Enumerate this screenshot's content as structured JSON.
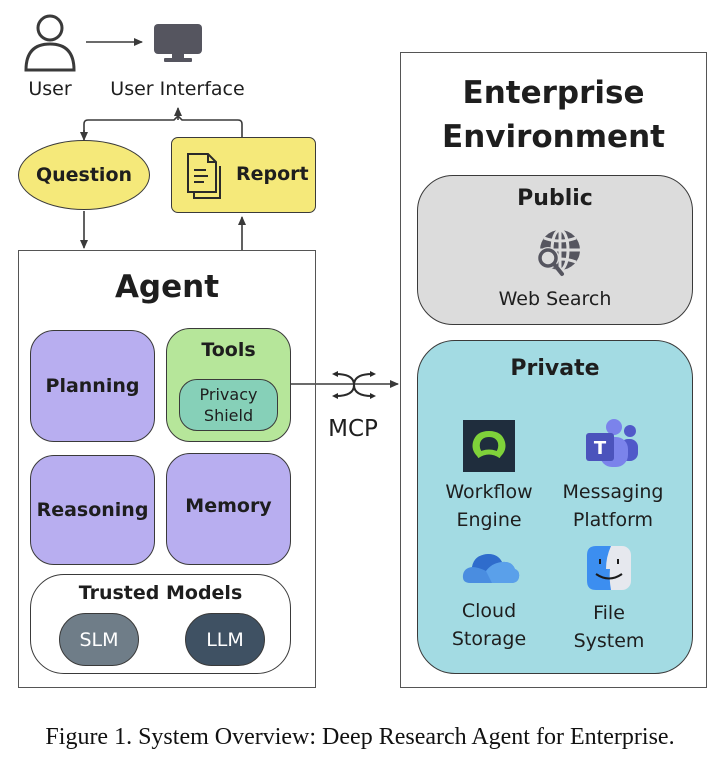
{
  "top": {
    "user_label": "User",
    "ui_label": "User Interface"
  },
  "flow": {
    "question_label": "Question",
    "report_label": "Report"
  },
  "agent": {
    "title": "Agent",
    "planning": "Planning",
    "tools": "Tools",
    "privacy_shield_line1": "Privacy",
    "privacy_shield_line2": "Shield",
    "reasoning": "Reasoning",
    "memory": "Memory",
    "trusted_models": {
      "title": "Trusted Models",
      "slm": "SLM",
      "llm": "LLM"
    }
  },
  "connector": {
    "label": "MCP"
  },
  "enterprise": {
    "title_line1": "Enterprise",
    "title_line2": "Environment",
    "public": {
      "title": "Public",
      "web_search": "Web Search"
    },
    "private": {
      "title": "Private",
      "workflow_line1": "Workflow",
      "workflow_line2": "Engine",
      "messaging_line1": "Messaging",
      "messaging_line2": "Platform",
      "cloud_line1": "Cloud",
      "cloud_line2": "Storage",
      "file_line1": "File",
      "file_line2": "System"
    }
  },
  "caption": "Figure 1. System Overview: Deep Research Agent for Enterprise.",
  "colors": {
    "yellow": "#f5e97a",
    "purple": "#b8aef0",
    "green": "#b6e69a",
    "teal_shield": "#86d0b8",
    "public_gray": "#dcdcdc",
    "private_blue": "#a3dbe3",
    "slm": "#6f7d88",
    "llm": "#3f5163",
    "icon_gray": "#55555f"
  }
}
